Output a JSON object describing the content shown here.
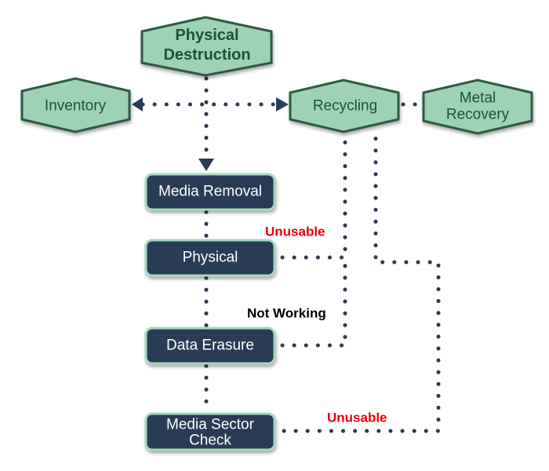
{
  "colors": {
    "hex_fill": "#9fd1b7",
    "hex_stroke": "#2f5a42",
    "hex_text": "#1f5234",
    "box_fill": "#2b3a55",
    "box_stroke": "#a3d9c0",
    "box_text": "#ffffff",
    "connector": "#2b3a55",
    "warning_red": "#e8000b",
    "label_black": "#000000"
  },
  "nodes": {
    "physical_destruction": {
      "line1": "Physical",
      "line2": "Destruction"
    },
    "inventory": {
      "label": "Inventory"
    },
    "recycling": {
      "label": "Recycling"
    },
    "metal_recovery": {
      "line1": "Metal",
      "line2": "Recovery"
    },
    "media_removal": {
      "label": "Media Removal"
    },
    "physical": {
      "label": "Physical"
    },
    "data_erasure": {
      "label": "Data Erasure"
    },
    "media_sector_check": {
      "line1": "Media Sector",
      "line2": "Check"
    }
  },
  "edge_labels": {
    "unusable_physical": "Unusable",
    "not_working": "Not Working",
    "unusable_sector": "Unusable"
  }
}
